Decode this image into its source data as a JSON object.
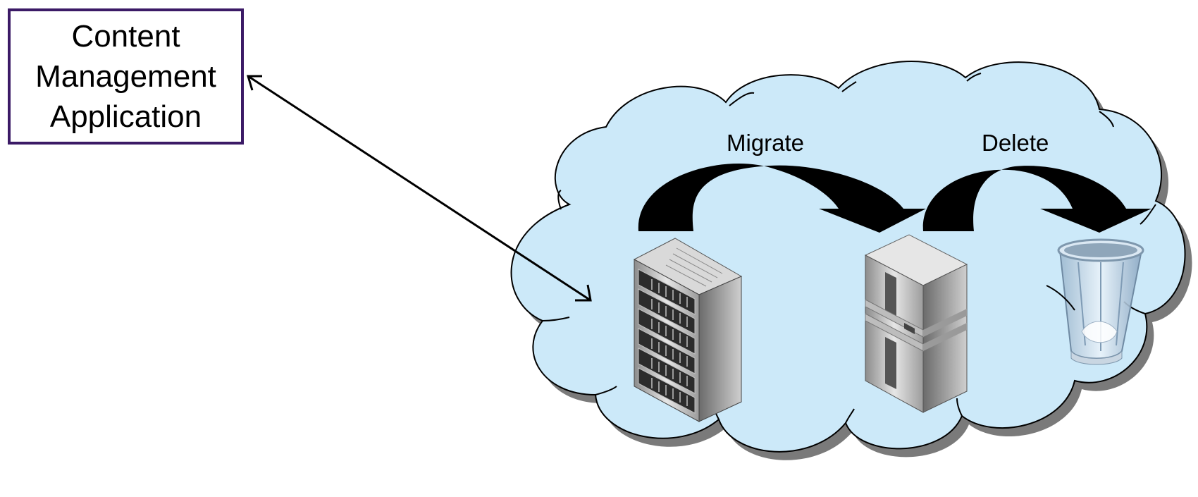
{
  "app_box": {
    "lines": [
      "Content",
      "Management",
      "Application"
    ],
    "border_color": "#3b1a66"
  },
  "cloud": {
    "fill": "#cce9f9",
    "shadow": "#7a7a7a"
  },
  "flow": {
    "migrate_label": "Migrate",
    "delete_label": "Delete"
  },
  "icons": {
    "source": "server-rack-icon",
    "target": "storage-server-icon",
    "trash": "recycle-bin-icon"
  }
}
